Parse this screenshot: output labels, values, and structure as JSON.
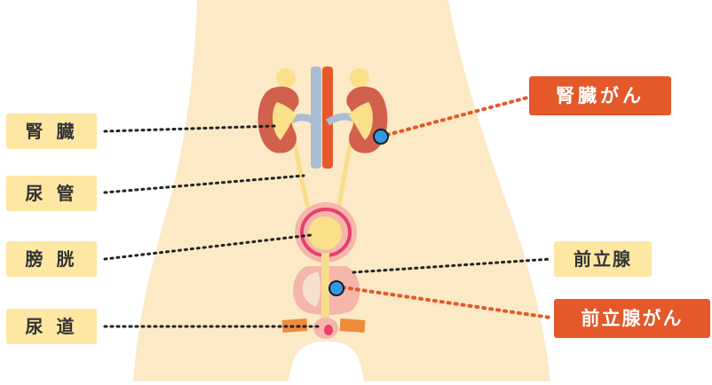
{
  "labels": {
    "kidney": "腎 臓",
    "ureter": "尿 管",
    "bladder": "膀 胱",
    "urethra": "尿 道",
    "prostate": "前立腺",
    "kidney_cancer": "腎臓がん",
    "prostate_cancer": "前立腺がん"
  },
  "colors": {
    "skin": "#fce9c6",
    "label_bg": "#fde7a3",
    "accent": "#e4582a",
    "kidney": "#d1604d",
    "kidney_inner": "#fbe08a",
    "artery": "#e4582a",
    "vein": "#a9bdd4",
    "ureter": "#f6de8c",
    "bladder_outer": "#f5b6ac",
    "bladder_ring": "#e83f6c",
    "bladder_inner": "#fbe08a",
    "tumor": "#2f9be3",
    "dots_dark": "#222222"
  }
}
